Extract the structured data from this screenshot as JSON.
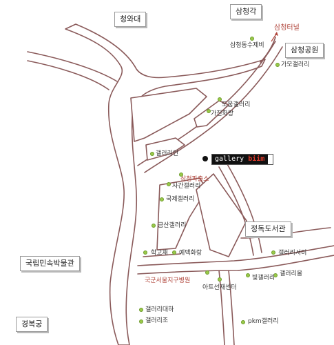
{
  "places": {
    "cheongwadae": "청와대",
    "samcheonggak": "삼청각",
    "samcheong_tunnel": "삼청터널",
    "samcheong_park": "삼청공원",
    "national_folk_museum": "국립민속박물관",
    "jeongdok_library": "정독도서관",
    "gyeongbokgung": "경복궁"
  },
  "pois": {
    "samcheongdong_sujebi": "삼청동수제비",
    "gamo_gallery": "가모갤러리",
    "doum_gallery": "도움갤러리",
    "gajin_hwarang": "가진화랑",
    "gallery_in": "갤러리인",
    "samcheong_police": "삼청파출소",
    "sagan_gallery": "사간갤러리",
    "kukje_gallery": "국제갤러리",
    "geumsan_gallery": "금산갤러리",
    "hakgojae": "학고재",
    "yebaek_hwarang": "예맥화랑",
    "gallery_seomi": "갤러리서미",
    "gallery_ol": "갤러리올",
    "bit_gallery": "빛갤러리",
    "military_hospital": "국군서울지구병원",
    "art_sonje": "아트선재센터",
    "gallery_daeha": "갤러리대하",
    "gallery_jo": "갤러리조",
    "pkm_gallery": "pkm갤러리"
  },
  "gallery_biim": {
    "word_gallery": "gallery",
    "word_biim": "biim"
  },
  "colors": {
    "road_outline": "#8a5a5a",
    "poi_dot": "#9ac94a",
    "highlight_text": "#b0443a",
    "biim_accent": "#e23b2b"
  }
}
